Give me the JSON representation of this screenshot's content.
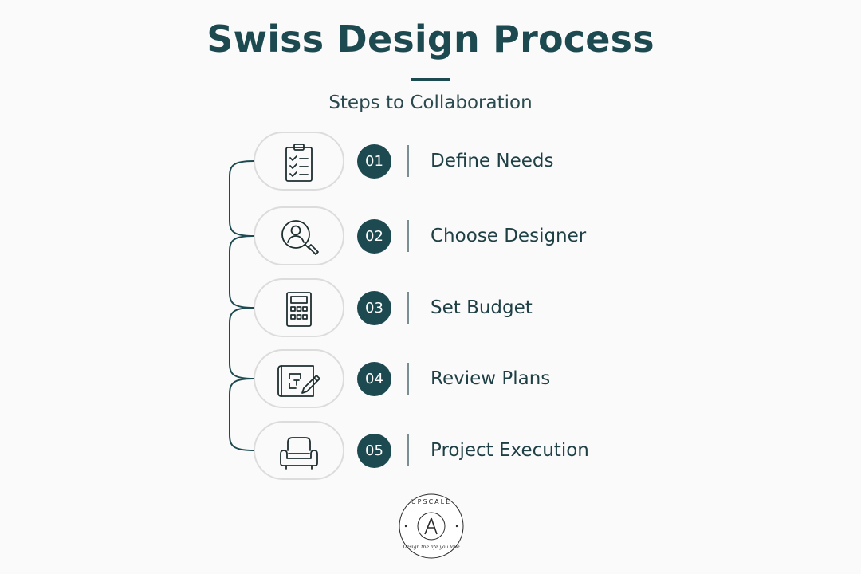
{
  "header": {
    "title": "Swiss Design Process",
    "subtitle": "Steps to Collaboration"
  },
  "steps": [
    {
      "number": "01",
      "label": "Define Needs",
      "icon": "clipboard-checklist-icon"
    },
    {
      "number": "02",
      "label": "Choose Designer",
      "icon": "person-search-icon"
    },
    {
      "number": "03",
      "label": "Set Budget",
      "icon": "calculator-icon"
    },
    {
      "number": "04",
      "label": "Review Plans",
      "icon": "blueprint-pencil-icon"
    },
    {
      "number": "05",
      "label": "Project Execution",
      "icon": "armchair-icon"
    }
  ],
  "logo": {
    "brand": "UPSCALE",
    "tagline": "Design the life you love"
  },
  "colors": {
    "primary": "#1d4a50",
    "text": "#1e3f44",
    "pill_border": "#dcdcdc",
    "background": "#fafafa"
  }
}
